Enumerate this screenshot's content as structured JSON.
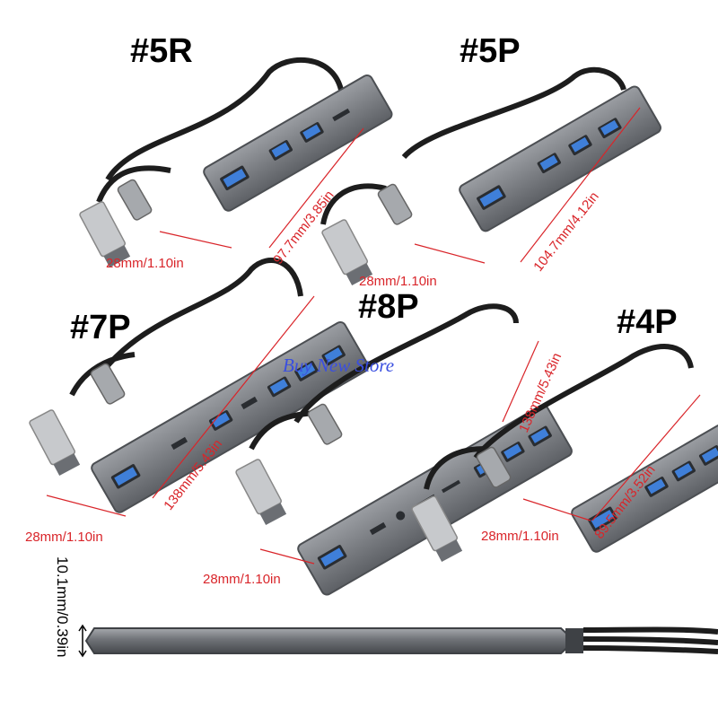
{
  "labels": {
    "r5": "#5R",
    "p5": "#5P",
    "p7": "#7P",
    "p8": "#8P",
    "p4": "#4P"
  },
  "dimensions": {
    "r5_width": "28mm/1.10in",
    "r5_length": "97.7mm/3.85in",
    "p5_width": "28mm/1.10in",
    "p5_length": "104.7mm/4.12in",
    "p7_width": "28mm/1.10in",
    "p7_length": "138mm/5.43in",
    "p8_width": "28mm/1.10in",
    "p8_length": "138mm/5.43in",
    "p4_width": "28mm/1.10in",
    "p4_length": "89.5mm/3.52in",
    "thickness": "10.1mm/0.39in"
  },
  "watermark": "Buy New Store",
  "colors": {
    "dimension_text": "#d9252a",
    "watermark": "#3a4fe0",
    "hub_body": "#6b6e73",
    "hub_top": "#8a8d92",
    "port_blue": "#3f7fd9"
  }
}
